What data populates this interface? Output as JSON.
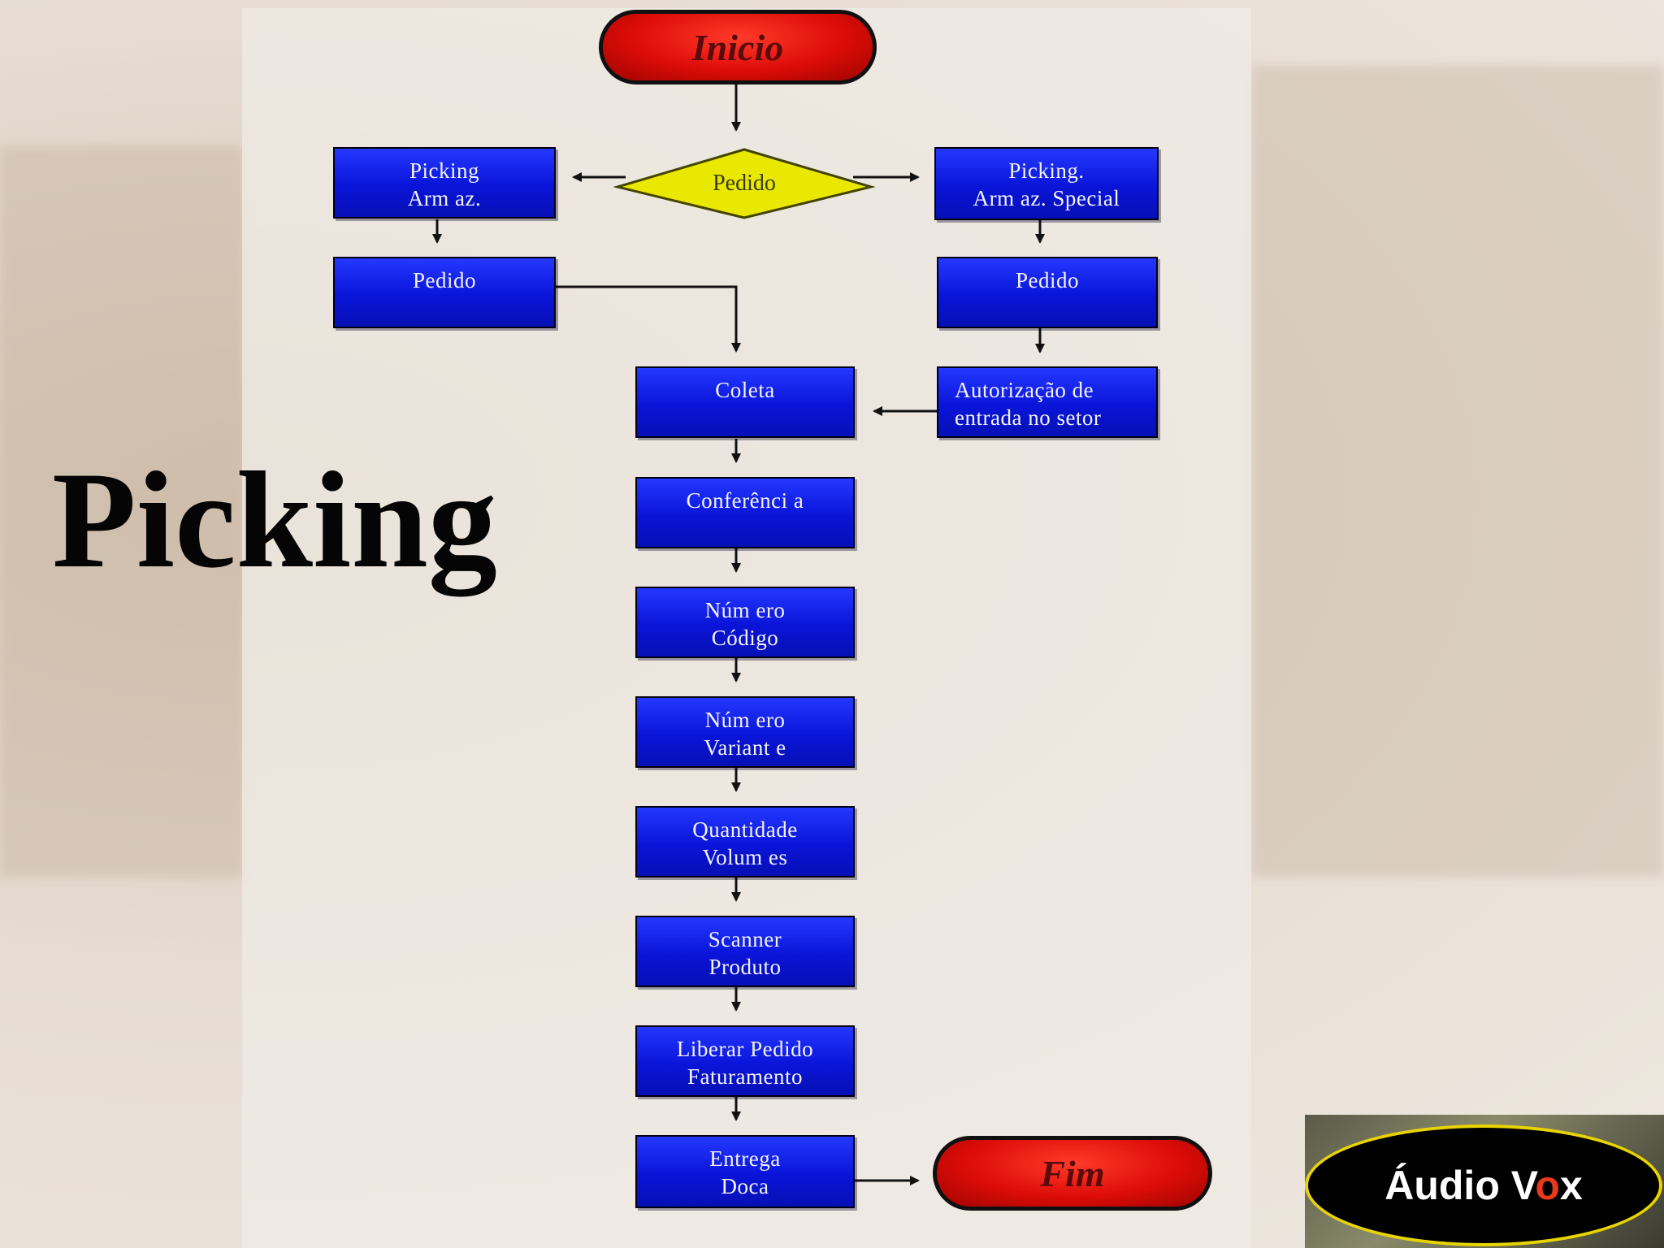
{
  "slide": {
    "title": "Picking"
  },
  "flow": {
    "start": "Inicio",
    "end": "Fim",
    "decision": "Pedido",
    "left_branch": {
      "picking": "Picking\nArm az.",
      "pedido": "Pedido"
    },
    "right_branch": {
      "picking": "Picking.\nArm az. Special",
      "pedido": "Pedido",
      "autorizacao": "Autorização de\nentrada no setor"
    },
    "steps": [
      "Coleta",
      "Conferênci a",
      "Núm ero\nCódigo",
      "Núm ero\nVariant e",
      "Quantidade\nVolum es",
      "Scanner\nProduto",
      "Liberar Pedido\nFaturamento",
      "Entrega\nDoca"
    ]
  },
  "logo": {
    "text_main": "Áudio V",
    "text_o": "o",
    "text_end": "x"
  },
  "colors": {
    "process_box": "#0a14d8",
    "terminal": "#dd0c08",
    "decision": "#e8e800"
  }
}
